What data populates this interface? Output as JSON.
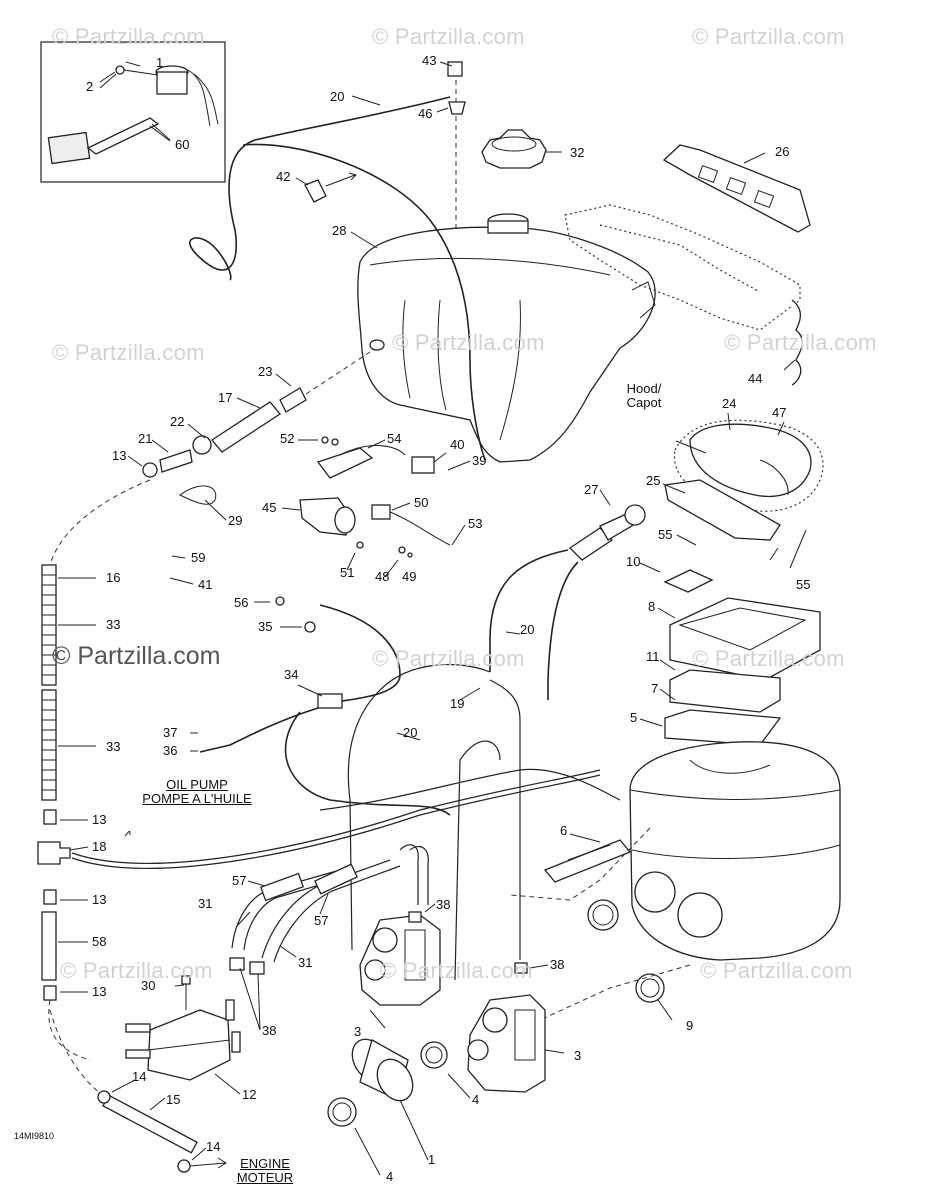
{
  "watermarks": {
    "text": "© Partzilla.com",
    "highlighted": "© Partzilla.com"
  },
  "callouts": {
    "c1": "1",
    "c2": "2",
    "c3": "3",
    "c3b": "3",
    "c4": "4",
    "c4b": "4",
    "c5": "5",
    "c6": "6",
    "c7": "7",
    "c8": "8",
    "c9": "9",
    "c10": "10",
    "c11": "11",
    "c12": "12",
    "c13a": "13",
    "c13b": "13",
    "c13c": "13",
    "c13d": "13",
    "c14a": "14",
    "c14b": "14",
    "c15": "15",
    "c16": "16",
    "c17": "17",
    "c18": "18",
    "c19": "19",
    "c20a": "20",
    "c20b": "20",
    "c20c": "20",
    "c21": "21",
    "c22": "22",
    "c23": "23",
    "c24": "24",
    "c25": "25",
    "c26": "26",
    "c27": "27",
    "c28": "28",
    "c29": "29",
    "c30": "30",
    "c31a": "31",
    "c31b": "31",
    "c32": "32",
    "c33a": "33",
    "c33b": "33",
    "c34": "34",
    "c35": "35",
    "c36": "36",
    "c37": "37",
    "c38a": "38",
    "c38b": "38",
    "c38c": "38",
    "c39": "39",
    "c40": "40",
    "c41": "41",
    "c42": "42",
    "c43": "43",
    "c44": "44",
    "c45": "45",
    "c46": "46",
    "c47": "47",
    "c48": "48",
    "c49": "49",
    "c50": "50",
    "c51": "51",
    "c52": "52",
    "c53": "53",
    "c54": "54",
    "c55a": "55",
    "c55b": "55",
    "c56": "56",
    "c57a": "57",
    "c57b": "57",
    "c58": "58",
    "c59": "59",
    "c60": "60"
  },
  "captions": {
    "hood_en": "Hood/",
    "hood_fr": "Capot",
    "oil_en": "OIL PUMP",
    "oil_fr": "POMPE A L'HUILE",
    "engine_en": "ENGINE",
    "engine_fr": "MOTEUR"
  },
  "drawing_code": "14MI9810"
}
